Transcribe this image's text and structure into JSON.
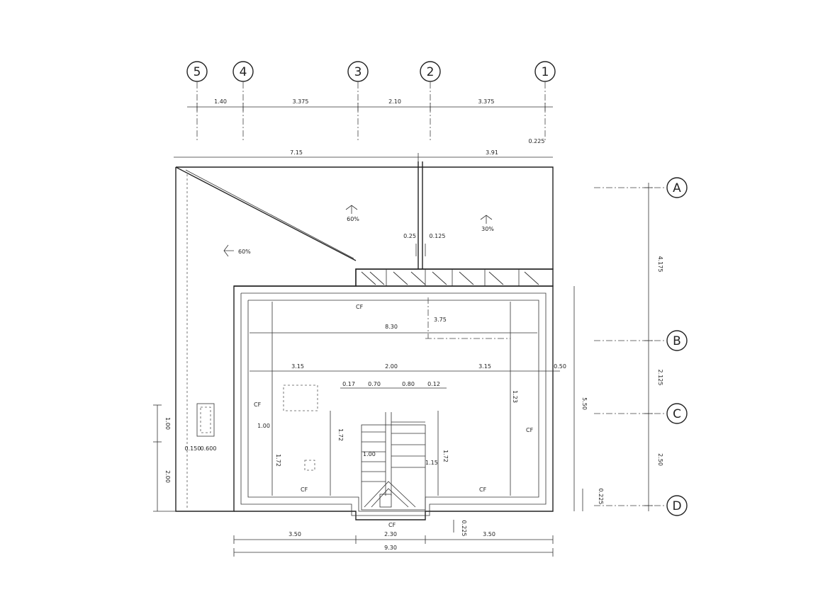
{
  "axes": {
    "columns": [
      {
        "label": "5"
      },
      {
        "label": "4"
      },
      {
        "label": "3"
      },
      {
        "label": "2"
      },
      {
        "label": "1"
      }
    ],
    "rows": [
      {
        "label": "A"
      },
      {
        "label": "B"
      },
      {
        "label": "C"
      },
      {
        "label": "D"
      }
    ]
  },
  "dimensions": {
    "top_chain": [
      "1.40",
      "3.375",
      "2.10",
      "3.375",
      "0.225"
    ],
    "top_overall": [
      "7.15",
      "3.91"
    ],
    "right_chain": [
      "4.175",
      "2.125",
      "2.50"
    ],
    "right_small": "0.225",
    "inner_right": "5.50",
    "inner_right_offset": "0.50",
    "bottom_chain": [
      "3.50",
      "2.30",
      "3.50"
    ],
    "bottom_overall": "9.30",
    "bottom_step": "0.225",
    "left_chain": [
      "1.00",
      "2.00"
    ],
    "left_window": [
      "0.150",
      "0.600"
    ],
    "interior_row": [
      "3.15",
      "2.00",
      "3.15"
    ],
    "interior_small": [
      "0.17",
      "0.70",
      "0.80",
      "0.12"
    ],
    "interior_span": "8.30",
    "interior_left": "1.00",
    "gap": [
      "0.25",
      "0.125"
    ],
    "vertical_notes": [
      "3.75",
      "1.72",
      "1.72",
      "1.72",
      "1.23"
    ]
  },
  "annotations": {
    "slope_left": "60%",
    "slope_top": "60%",
    "slope_right": "30%",
    "cf_labels": [
      "CF",
      "CF",
      "CF",
      "CF",
      "CF",
      "CF"
    ],
    "stair_marks": [
      "1.00",
      "1.15"
    ]
  }
}
